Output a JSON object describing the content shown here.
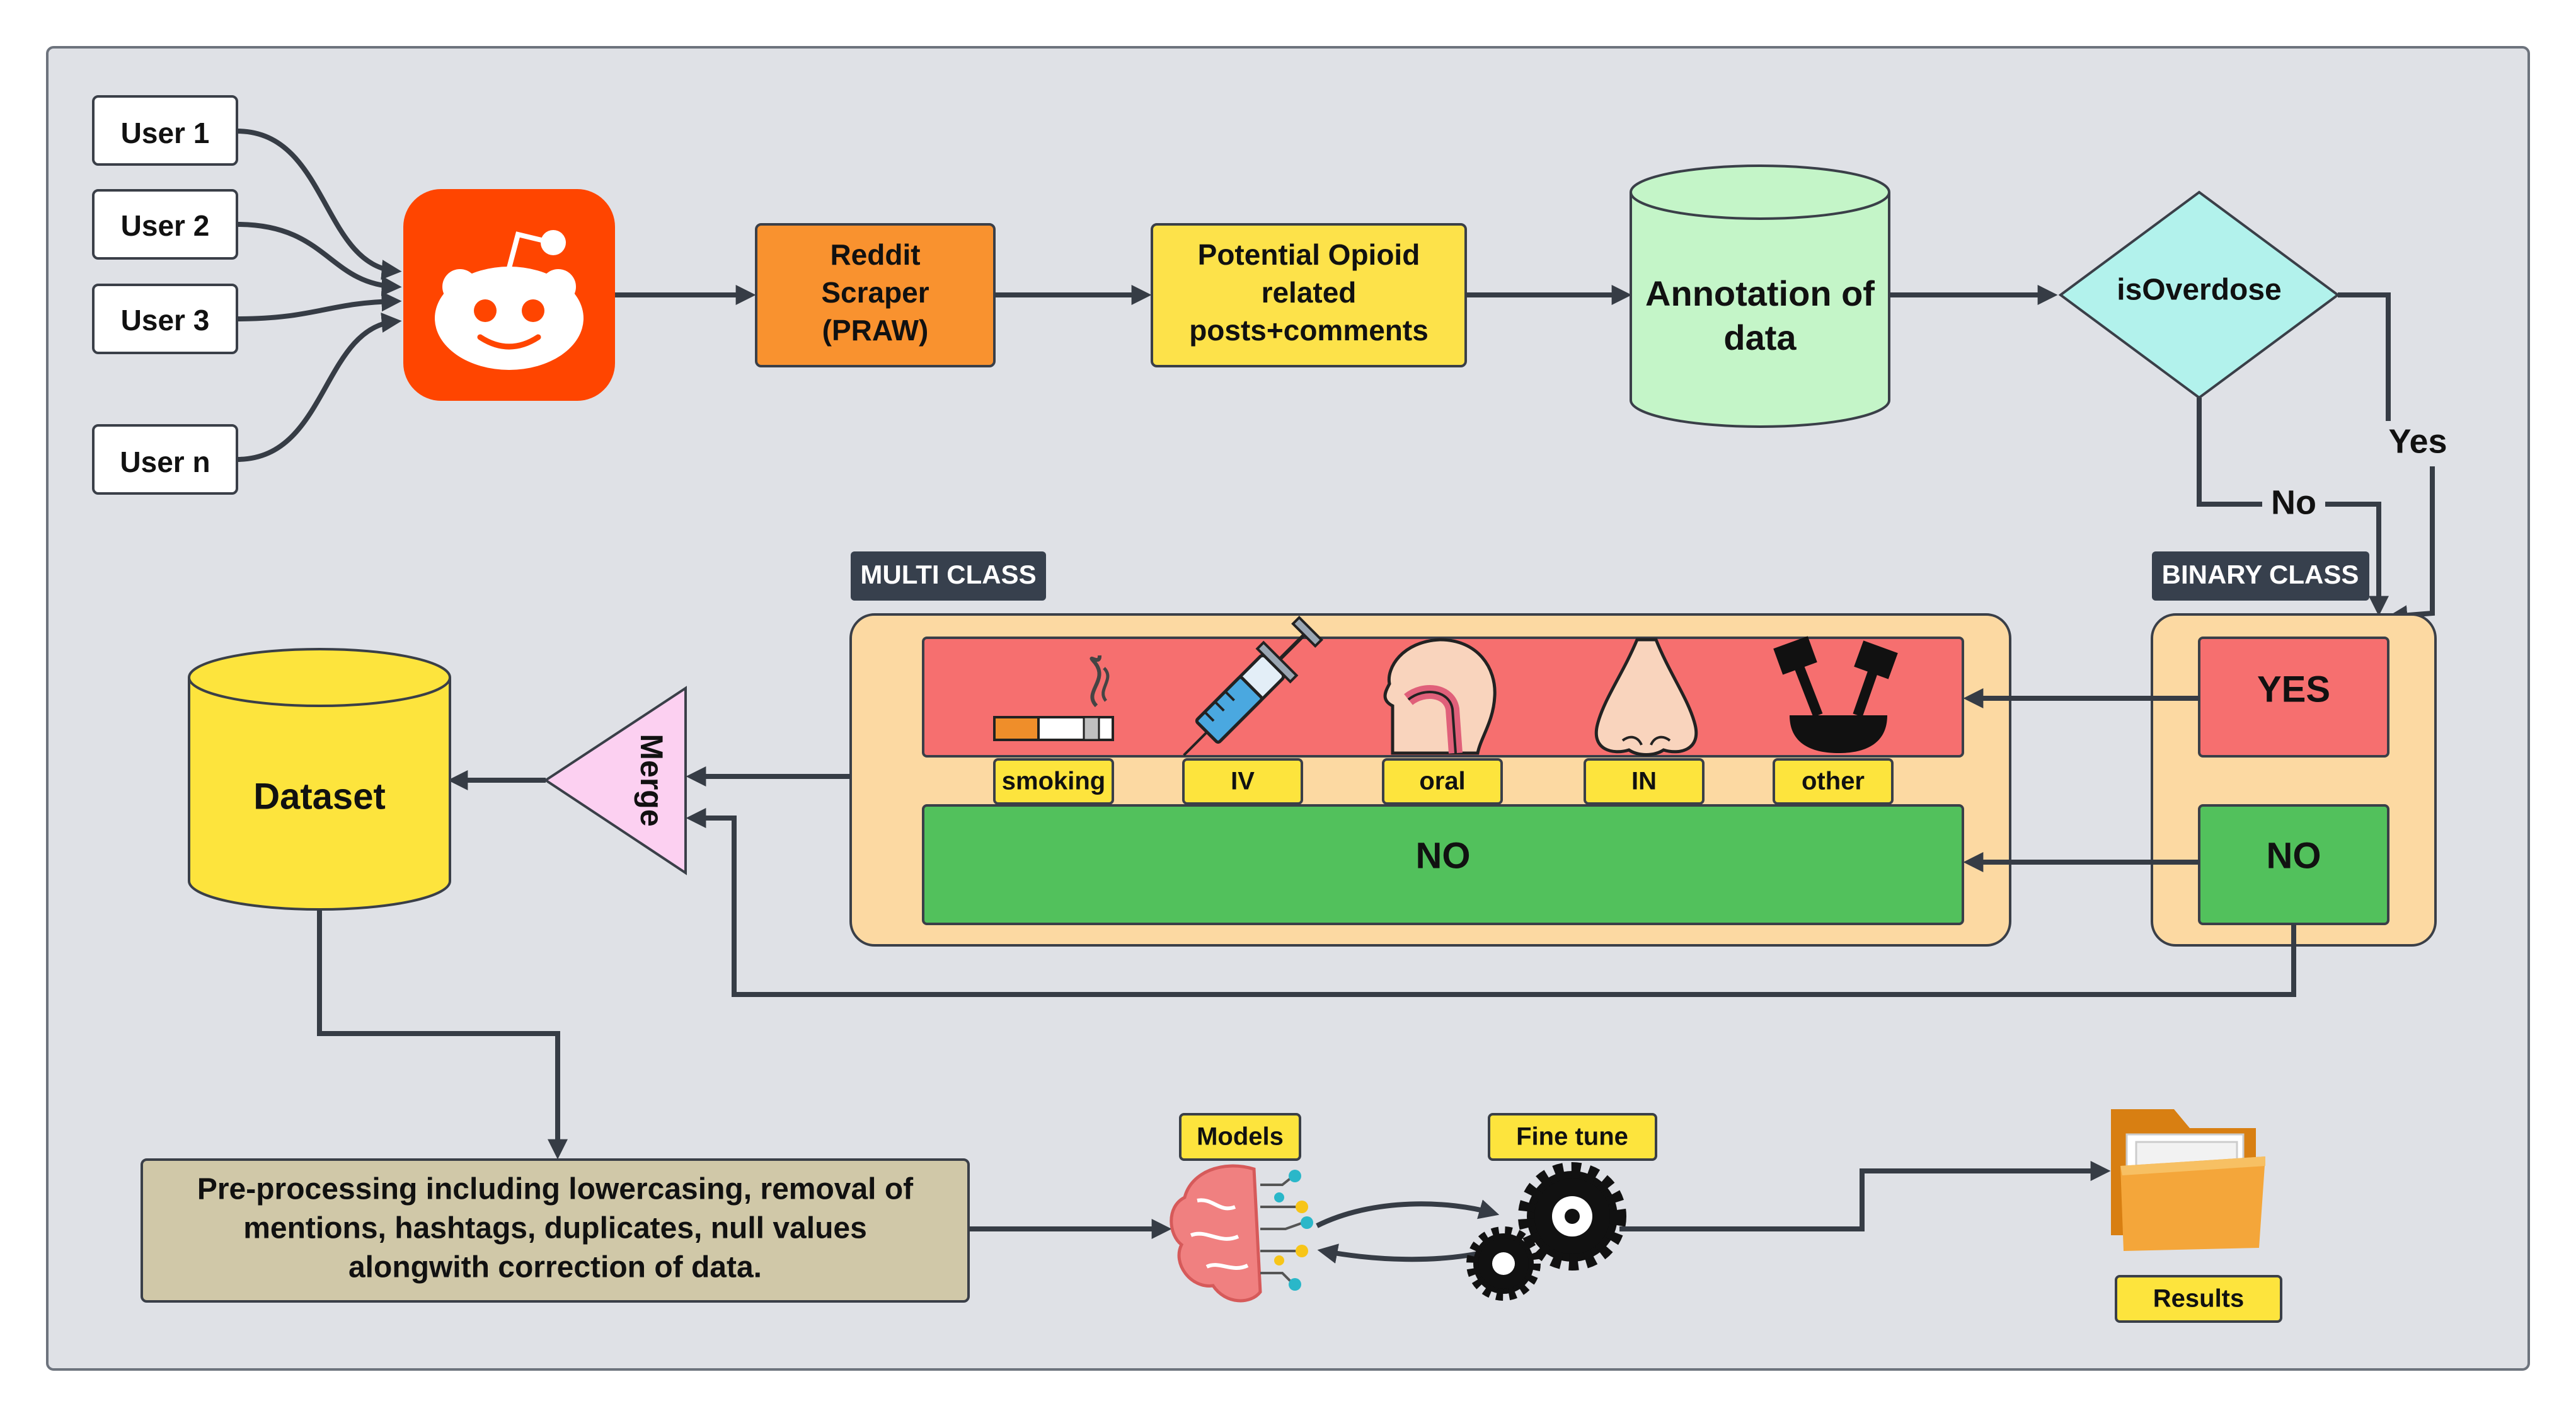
{
  "users": [
    "User 1",
    "User 2",
    "User 3",
    "User n"
  ],
  "scraper": [
    "Reddit",
    "Scraper",
    "(PRAW)"
  ],
  "posts": [
    "Potential Opioid",
    "related",
    "posts+comments"
  ],
  "annotation": [
    "Annotation of",
    "data"
  ],
  "decision": "isOverdose",
  "yes_label": "Yes",
  "no_label": "No",
  "multi_class_tag": "MULTI CLASS",
  "binary_class_tag": "BINARY CLASS",
  "routes": [
    "smoking",
    "IV",
    "oral",
    "IN",
    "other"
  ],
  "multi_no": "NO",
  "binary_yes": "YES",
  "binary_no": "NO",
  "merge": "Merge",
  "dataset": "Dataset",
  "preprocessing": [
    "Pre-processing including lowercasing, removal of",
    "mentions, hashtags, duplicates, null values",
    "alongwith correction of data."
  ],
  "models": "Models",
  "fine_tune": "Fine tune",
  "results": "Results",
  "colors": {
    "background_panel": "#dfe1e6",
    "reddit_orange": "#ff4500",
    "scraper": "#f9922f",
    "posts": "#fde24a",
    "annotation": "#c4f5c8",
    "decision": "#b2f2ec",
    "multi_panel": "#fcd9a2",
    "red_row": "#f66f6f",
    "green_row": "#52c15c",
    "merge": "#fcd0f1",
    "dataset": "#fde43d",
    "preprocessing": "#d0c8a8",
    "tag_dark": "#37404d",
    "label_yellow": "#fde43d",
    "arrow": "#363c45"
  }
}
